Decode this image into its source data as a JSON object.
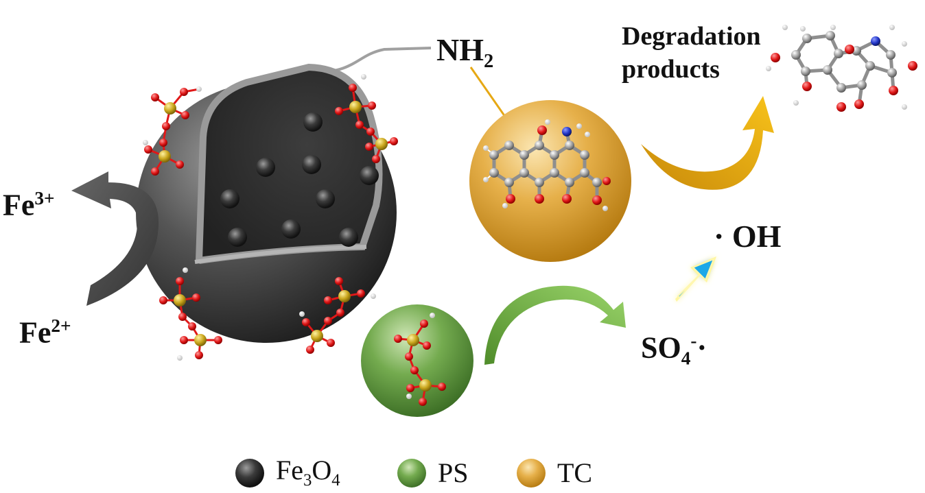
{
  "labels": {
    "nh2_base": "NH",
    "nh2_sub": "2",
    "degradation_line1": "Degradation",
    "degradation_line2": "products",
    "fe3_base": "Fe",
    "fe3_sup": "3+",
    "fe2_base": "Fe",
    "fe2_sup": "2+",
    "oh": "· OH",
    "so4_base": "SO",
    "so4_sub": "4",
    "so4_sup": "-",
    "so4_dot": "·"
  },
  "legend": [
    {
      "name": "fe3o4",
      "text_parts": [
        "Fe",
        "3",
        "O",
        "4"
      ],
      "color": "#3a3a3a"
    },
    {
      "name": "ps",
      "text": "PS",
      "color": "#6fa84a"
    },
    {
      "name": "tc",
      "text": "TC",
      "color": "#e0a93c"
    }
  ],
  "colors": {
    "shell_dark": "#2b2b2b",
    "shell_light": "#8a8a8a",
    "tc_ball": "#e3ac44",
    "ps_ball": "#6ca84a",
    "oxygen_atom": "#e01818",
    "sulfur_atom": "#c9a51c",
    "hydrogen_atom": "#f2f2f2",
    "carbon_atom": "#9a9a9a",
    "nitrogen_atom": "#2236c8",
    "arrow_gold": "#e6a814",
    "arrow_green": "#76b84a",
    "arrow_blue": "#1ea8e8",
    "arrow_grey": "#4a4a4a"
  },
  "icons": {
    "core_shell": "fe3o4-hollow-sphere-icon",
    "ps_molecule": "persulfate-molecule-icon",
    "tc_molecule": "tetracycline-molecule-icon"
  }
}
